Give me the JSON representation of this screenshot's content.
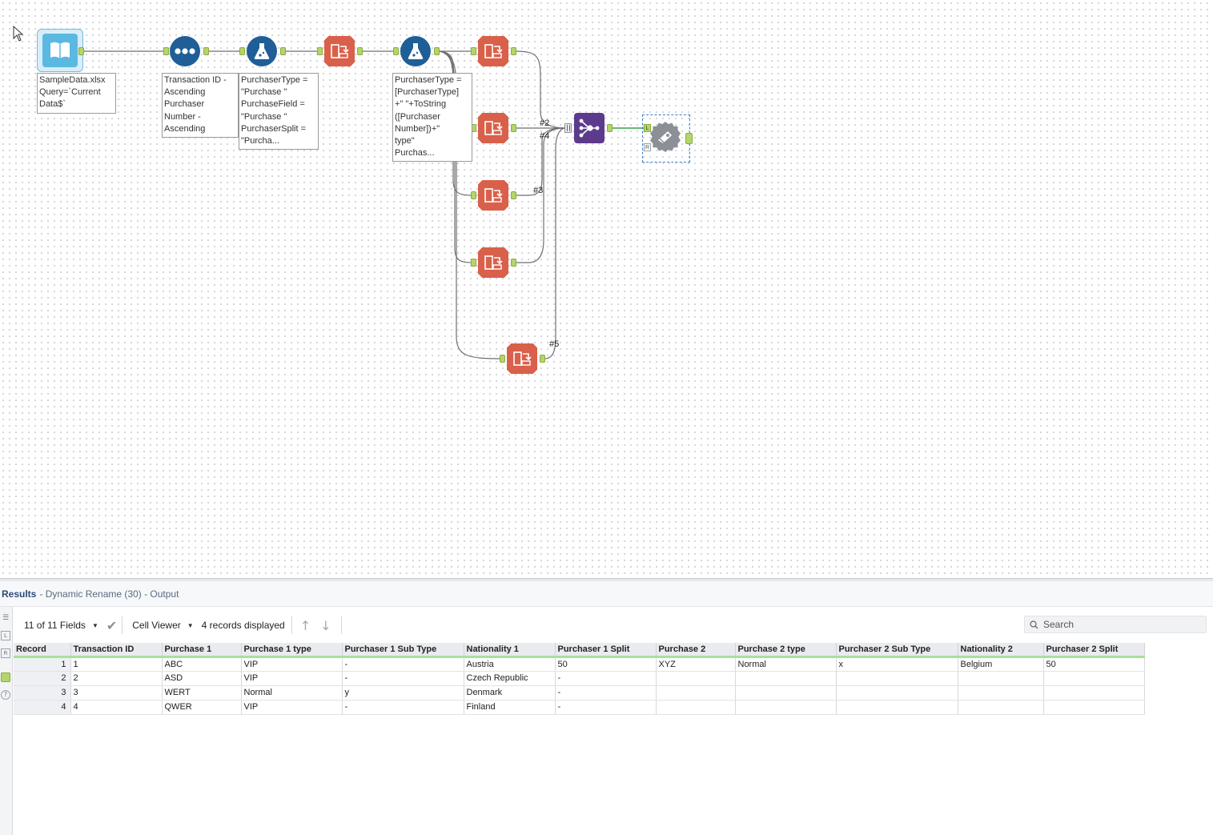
{
  "canvas": {
    "annotations": {
      "input": "SampleData.xlsx\nQuery=`Current\nData$`",
      "sort": "Transaction ID -\nAscending\nPurchaser\nNumber -\nAscending",
      "formula1": "PurchaserType =\n\"Purchase \"\nPurchaseField =\n\"Purchase \"\nPurchaserSplit =\n\"Purcha...",
      "formula2": "PurchaserType =\n[PurchaserType]\n+\" \"+ToString\n([Purchaser\nNumber])+\"\ntype\"\nPurchas..."
    },
    "wire_labels": [
      "#2",
      "#4",
      "#3",
      "#5"
    ],
    "join_anchor_labels": {
      "left": "L",
      "right": "R"
    },
    "colors": {
      "input_blue": "#5bb8e0",
      "sort_blue": "#1f5e96",
      "formula_blue": "#1f5e96",
      "rename_red": "#d9604a",
      "join_purple": "#5d3b8c",
      "browse_gray": "#8a9096",
      "anchor_green": "#b5d56a",
      "wire": "#6f6f6f"
    },
    "icons": [
      "book-icon",
      "sort-dots-icon",
      "flask-icon",
      "dynamic-rename-icon",
      "join-icon",
      "browse-icon"
    ]
  },
  "results": {
    "title": "Results",
    "subtitle": "- Dynamic Rename (30) - Output",
    "toolbar": {
      "fields": "11 of 11 Fields",
      "viewer": "Cell Viewer",
      "records": "4 records displayed",
      "search_placeholder": "Search"
    },
    "left_strip": [
      "☰",
      "L",
      "R",
      "",
      "?"
    ],
    "table": {
      "columns": [
        "Record",
        "Transaction ID",
        "Purchase  1",
        "Purchase  1 type",
        "Purchaser 1 Sub Type",
        "Nationality 1",
        "Purchaser 1 Split",
        "Purchase  2",
        "Purchase  2 type",
        "Purchaser 2 Sub Type",
        "Nationality 2",
        "Purchaser 2 Split"
      ],
      "rows": [
        [
          "1",
          "1",
          "ABC",
          "VIP",
          "-",
          "Austria",
          "50",
          "XYZ",
          "Normal",
          "x",
          "Belgium",
          "50"
        ],
        [
          "2",
          "2",
          "ASD",
          "VIP",
          "-",
          "Czech Republic",
          "-",
          "",
          "",
          "",
          "",
          ""
        ],
        [
          "3",
          "3",
          "WERT",
          "Normal",
          "y",
          "Denmark",
          "-",
          "",
          "",
          "",
          "",
          ""
        ],
        [
          "4",
          "4",
          "QWER",
          "VIP",
          "-",
          "Finland",
          "-",
          "",
          "",
          "",
          "",
          ""
        ]
      ]
    }
  }
}
